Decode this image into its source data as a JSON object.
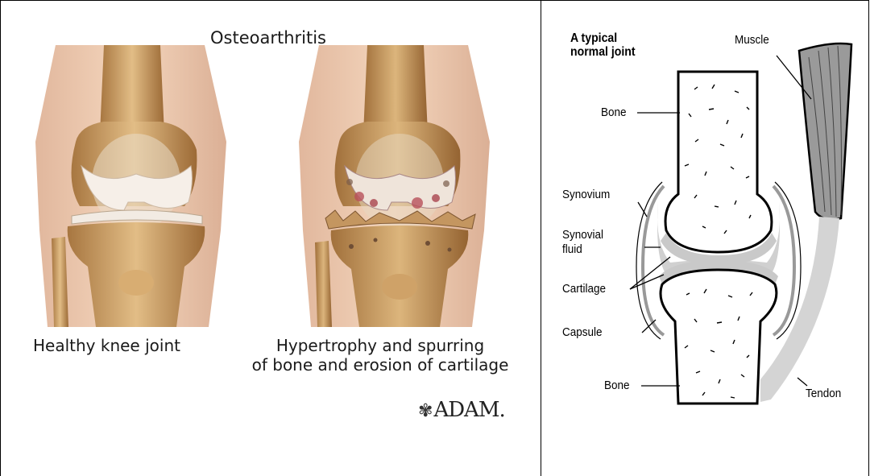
{
  "left_panel": {
    "title": "Osteoarthritis",
    "healthy_caption": "Healthy knee joint",
    "hypertrophy_caption_line1": "Hypertrophy and spurring",
    "hypertrophy_caption_line2": "of bone and erosion of cartilage",
    "logo": "ADAM.",
    "logo_mark": "✾"
  },
  "right_panel": {
    "title_line1": "A typical",
    "title_line2": "normal joint",
    "labels": {
      "muscle": "Muscle",
      "bone_top": "Bone",
      "synovium": "Synovium",
      "synovial_fluid_line1": "Synovial",
      "synovial_fluid_line2": "fluid",
      "cartilage": "Cartilage",
      "capsule": "Capsule",
      "bone_bottom": "Bone",
      "tendon": "Tendon"
    }
  },
  "colors": {
    "bone": "#c89a5e",
    "bone_light": "#e3c08a",
    "cartilage": "#f3ece4",
    "erosion": "#b8505a",
    "diagram_gray": "#c8c8c8",
    "muscle_gray": "#9a9a9a"
  }
}
